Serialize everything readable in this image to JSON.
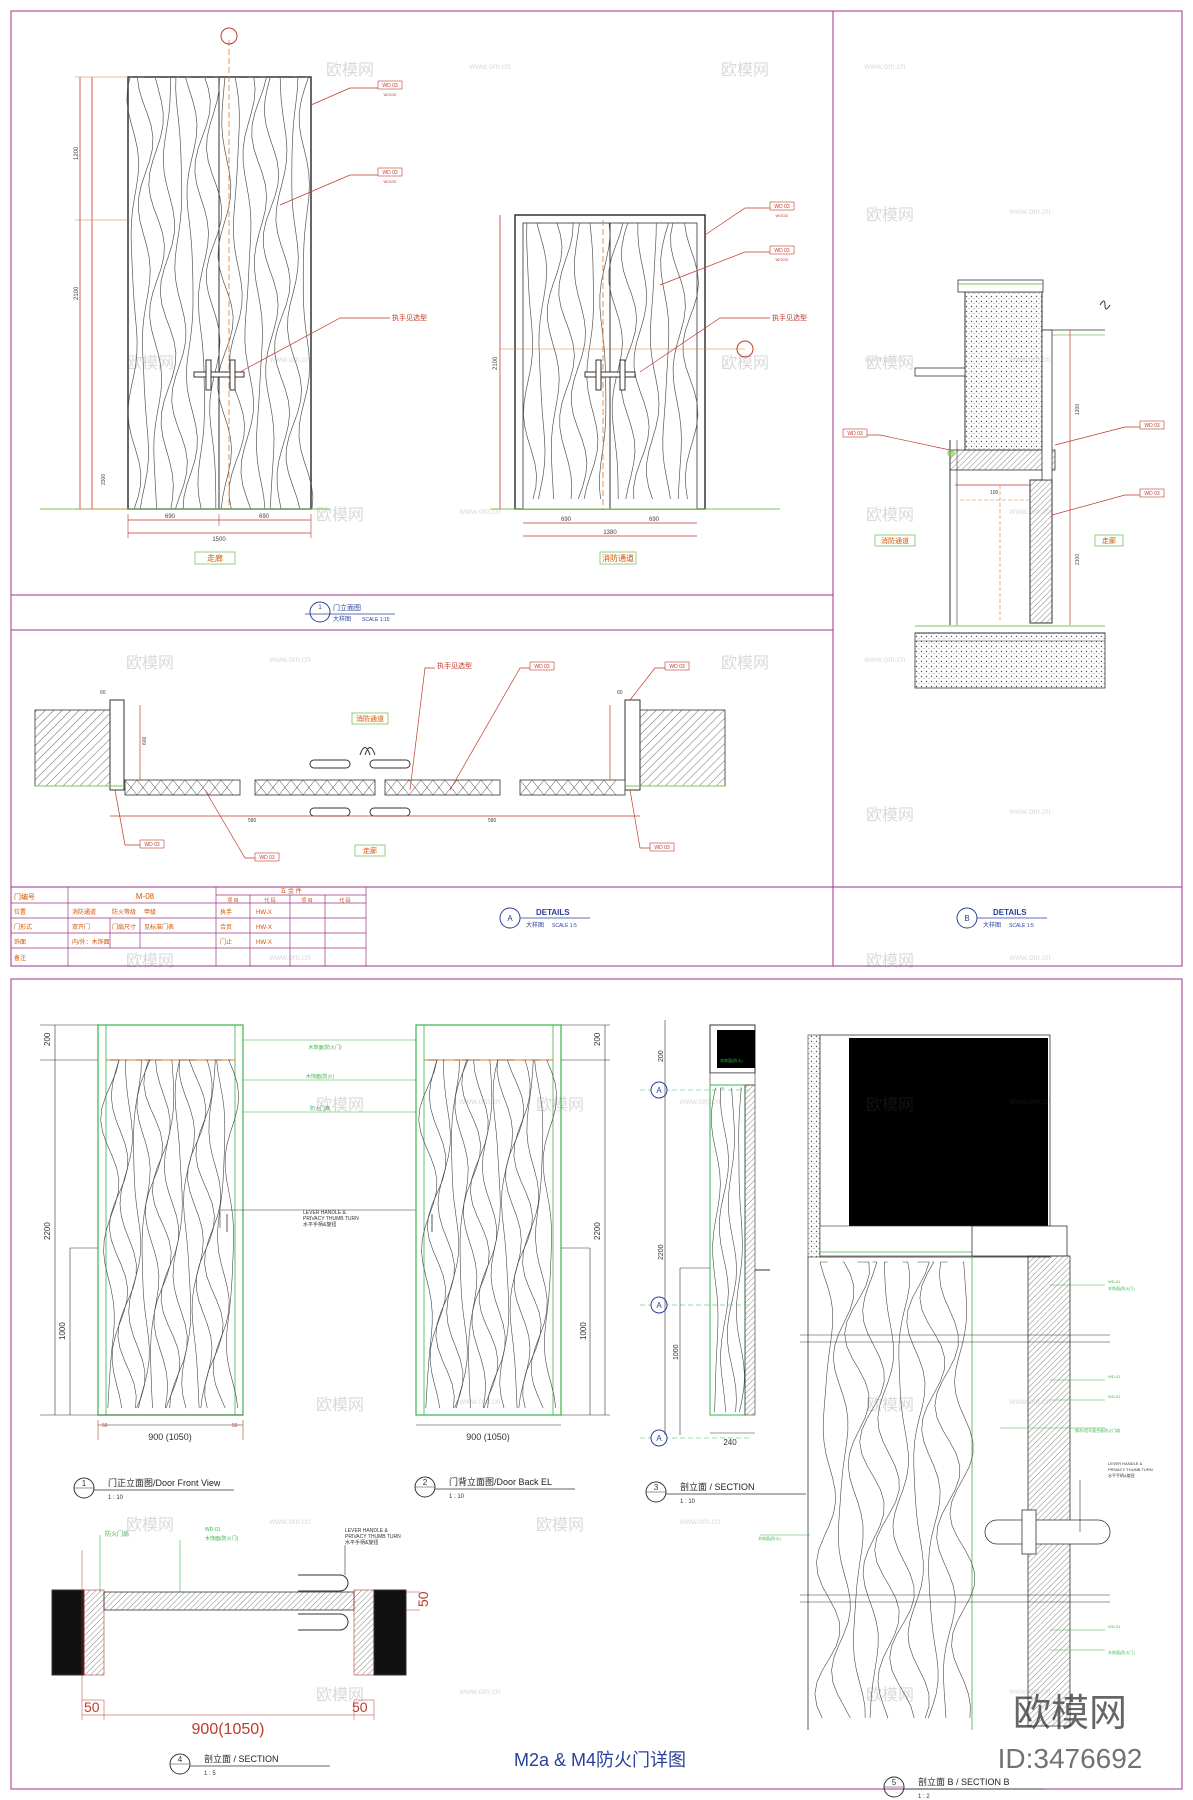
{
  "sheet": {
    "title": "M2a & M4防火门详图",
    "site_watermark": "欧模网",
    "id_label": "ID:3476692",
    "watermark_small": "www.om.cn",
    "watermark_cn": "欧模网"
  },
  "top": {
    "elev_title": "门立面图",
    "elev_subtitle": "大样图",
    "elev_scale": "SCALE 1:15",
    "elev_num": "1",
    "left_label": "走廊",
    "right_label": "消防通道",
    "handle_note": "执手见选型",
    "tag": "WD 03",
    "tag_sub": "WOOD",
    "tag_sub2": "木饰面",
    "dims_left": [
      "690",
      "690",
      "1500",
      "1200",
      "2100",
      "2300"
    ],
    "dims_right": [
      "690",
      "690",
      "1380",
      "2100"
    ],
    "plan_left_label": "走廊",
    "plan_right_label": "消防通道",
    "plan_dims": [
      "60",
      "60",
      "580",
      "580",
      "60",
      "60",
      "600"
    ],
    "details_a_title": "DETAILS",
    "details_a_sub": "大样图",
    "details_a_scale": "SCALE 1:5",
    "details_a_letter": "A",
    "details_b_title": "DETAILS",
    "details_b_sub": "大样图",
    "details_b_scale": "SCALE 1:5",
    "details_b_letter": "B",
    "section_b_labels": [
      "消防通道",
      "走廊"
    ],
    "section_b_dims": [
      "1200",
      "2100",
      "100"
    ]
  },
  "schedule": {
    "door_no_label": "门编号",
    "door_no": "M-08",
    "hardware_title": "五 金 件",
    "hw_headers": [
      "项 目",
      "代 码",
      "项 目",
      "代 码"
    ],
    "rows": [
      [
        "位置",
        "消防通道",
        "防火等级",
        "甲级",
        "执手",
        "HW-X"
      ],
      [
        "门形式",
        "双开门",
        "门扇尺寸",
        "见标准门表",
        "合页",
        "HW-X"
      ],
      [
        "饰面",
        "内/外：木饰面",
        "",
        "",
        "门止",
        "HW-X"
      ],
      [
        "备注",
        "",
        "",
        "",
        "",
        ""
      ]
    ]
  },
  "bottom": {
    "v1_num": "1",
    "v1_title": "门正立面图/Door Front View",
    "v1_scale": "1 : 10",
    "v2_num": "2",
    "v2_title": "门背立面图/Door Back EL",
    "v2_scale": "1 : 10",
    "v3_num": "3",
    "v3_title": "剖立面 / SECTION",
    "v3_scale": "1 : 10",
    "v4_num": "4",
    "v4_title": "剖立面 / SECTION",
    "v4_scale": "1 : 5",
    "v5_num": "5",
    "v5_title": "剖立面 B / SECTION B",
    "v5_scale": "1 : 2",
    "width_dim": "900 (1050)",
    "width_dim_plan": "900(1050)",
    "edge_dim": "50",
    "edge_dim2": "50",
    "edge_dim3": "50",
    "h_total": "2200",
    "h_top": "200",
    "h_handle": "1000",
    "sec_depth": "240",
    "note_frame": "木饰面(防火门)",
    "note_leaf": "木饰面(防火)",
    "note_fire": "防火门扇",
    "note_handle_1": "LEVER HANDLE &",
    "note_handle_2": "PRIVACY THUMB TURN",
    "note_handle_3": "水平手柄&旋钮",
    "note_wd": "WD-01",
    "note_core": "钢木/铝木复合板防火门扇",
    "sec_marker": "A",
    "plan_fire": "防火门扇",
    "plan_wd": "WD-01",
    "plan_wd_sub": "木饰面(防火门)"
  }
}
